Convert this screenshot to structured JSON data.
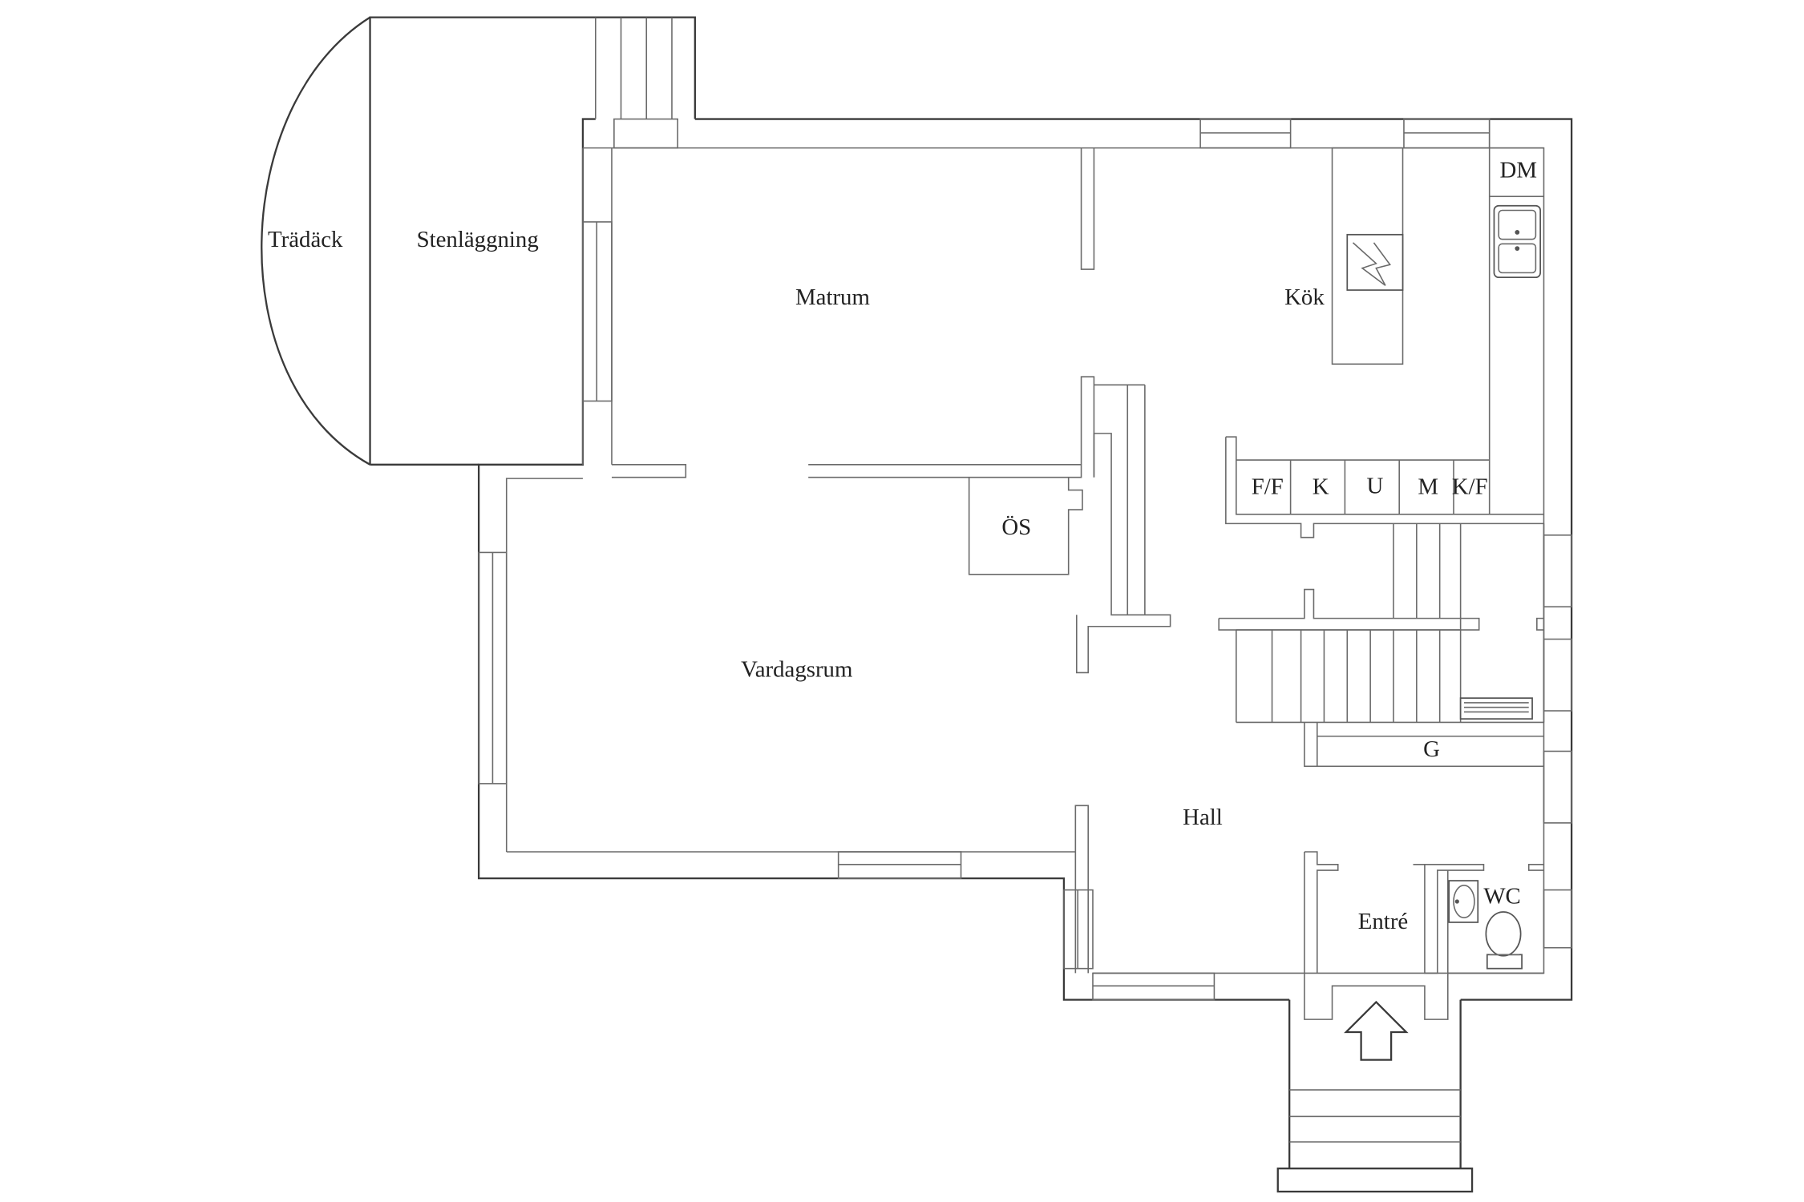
{
  "rooms": {
    "tradack": "Trädäck",
    "stenlaggning": "Stenläggning",
    "matrum": "Matrum",
    "kok": "Kök",
    "dm": "DM",
    "os": "ÖS",
    "vardagsrum": "Vardagsrum",
    "hall": "Hall",
    "entre": "Entré",
    "wc": "WC",
    "g": "G"
  },
  "kitchen_units": [
    "F/F",
    "K",
    "U",
    "M",
    "K/F"
  ],
  "colors": {
    "line": "#3a3a3a",
    "background": "#ffffff",
    "text": "#222222"
  },
  "icons": [
    "entrance-arrow-icon",
    "sink-icon",
    "stove-icon",
    "toilet-icon",
    "washbasin-icon",
    "radiator-icon"
  ]
}
